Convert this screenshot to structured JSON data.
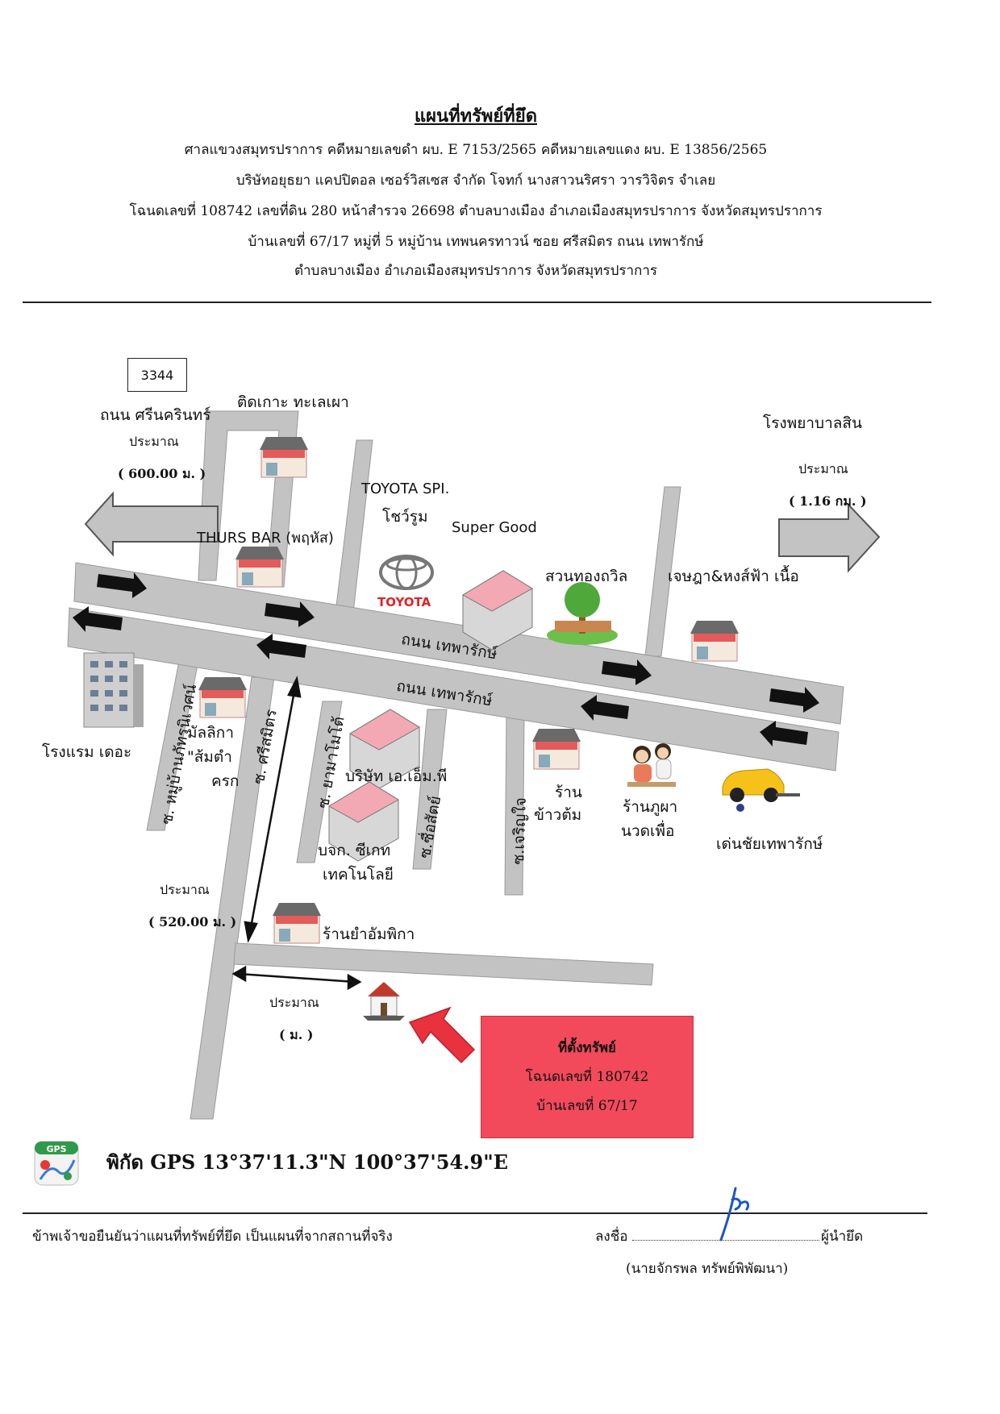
{
  "header": {
    "title": "แผนที่ทรัพย์ที่ยึด",
    "line1": "ศาลแขวงสมุทรปราการ คดีหมายเลขดำ ผบ. E 7153/2565  คดีหมายเลขแดง ผบ. E  13856/2565",
    "line2": "บริษัทอยุธยา แคปปิตอล เซอร์วิสเซส จำกัด  โจทก์  นางสาวนริศรา  วารวิจิตร  จำเลย",
    "line3": "โฉนดเลขที่  108742  เลขที่ดิน  280  หน้าสำรวจ  26698   ตำบลบางเมือง  อำเภอเมืองสมุทรปราการ   จังหวัดสมุทรปราการ",
    "line4": "บ้านเลขที่  67/17  หมู่ที่  5   หมู่บ้าน  เทพนครทาวน์  ซอย ศรีสมิตร  ถนน เทพารักษ์",
    "line5": "ตำบลบางเมือง  อำเภอเมืองสมุทรปราการ   จังหวัดสมุทรปราการ"
  },
  "map": {
    "route_number": "3344",
    "left_road": "ถนน ศรีนครินทร์",
    "left_approx": "ประมาณ",
    "left_distance": "( 600.00 ม. )",
    "right_place": "โรงพยาบาลสิน",
    "right_approx": "ประมาณ",
    "right_distance": "( 1.16 กม. )",
    "main_road_1": "ถนน  เทพารักษ์",
    "main_road_2": "ถนน  เทพารักษ์",
    "shop_top": "ติดเกาะ ทะเลเผา",
    "thurs_bar": "THURS BAR (พฤหัส)",
    "toyota_spi_1": "TOYOTA SPI.",
    "toyota_spi_2": "โชว์รูม",
    "toyota_logo": "TOYOTA",
    "super_good": "Super Good",
    "garden": "สวนทองถวิล",
    "jessada": "เจษฎา&หงส์ฟ้า เนื้อ",
    "hotel": "โรงแรม เดอะ",
    "soi_village": "ซ. หมู่บ้านภัทรนิเวศน์",
    "mallika_1": "มัลลิกา",
    "mallika_2": "\"ส้มตำ",
    "mallika_3": "ครก",
    "soi_srisamit": "ซ. ศรีสมิตร",
    "soi_yamamoto": "ซ. ยามาโมโต้",
    "soi_suesat": "ซ.ซื่อสัตย์",
    "soi_charoenjai": "ซ.เจริญใจ",
    "company_am": "บริษัท เอ.เอ็ม.พี",
    "company_c1": "บจก. ซีเกท",
    "company_c2": "เทคโนโลยี",
    "shop_rice_1": "ร้าน",
    "shop_rice_2": "ข้าวต้ม",
    "massage_1": "ร้านภูผา",
    "massage_2": "นวดเพื่อ",
    "car_shop": "เด่นชัยเทพารักษ์",
    "soi_approx": "ประมาณ",
    "soi_distance": "( 520.00 ม. )",
    "yum_shop": "ร้านยำอัมพิกา",
    "house_approx": "ประมาณ",
    "house_distance": "(  ม. )",
    "location_title": "ที่ตั้งทรัพย์",
    "location_deed": "โฉนดเลขที่ 180742",
    "location_house": "บ้านเลขที่  67/17"
  },
  "gps": {
    "icon": "gps-app-icon",
    "icon_label": "GPS",
    "text": "พิกัด GPS 13°37'11.3\"N 100°37'54.9\"E"
  },
  "footer": {
    "statement": "ข้าพเจ้าขอยืนยันว่าแผนที่ทรัพย์ที่ยึด เป็นแผนที่จากสถานที่จริง",
    "sign_label": "ลงชื่อ",
    "sign_role": "ผู้นำยึด",
    "signer": "(นายจักรพล   ทรัพย์พิพัฒนา)"
  },
  "colors": {
    "road": "#c3c3c3",
    "arrow": "#111111",
    "location_box": "#f24a5b",
    "pointer_arrow": "#e8323e"
  }
}
